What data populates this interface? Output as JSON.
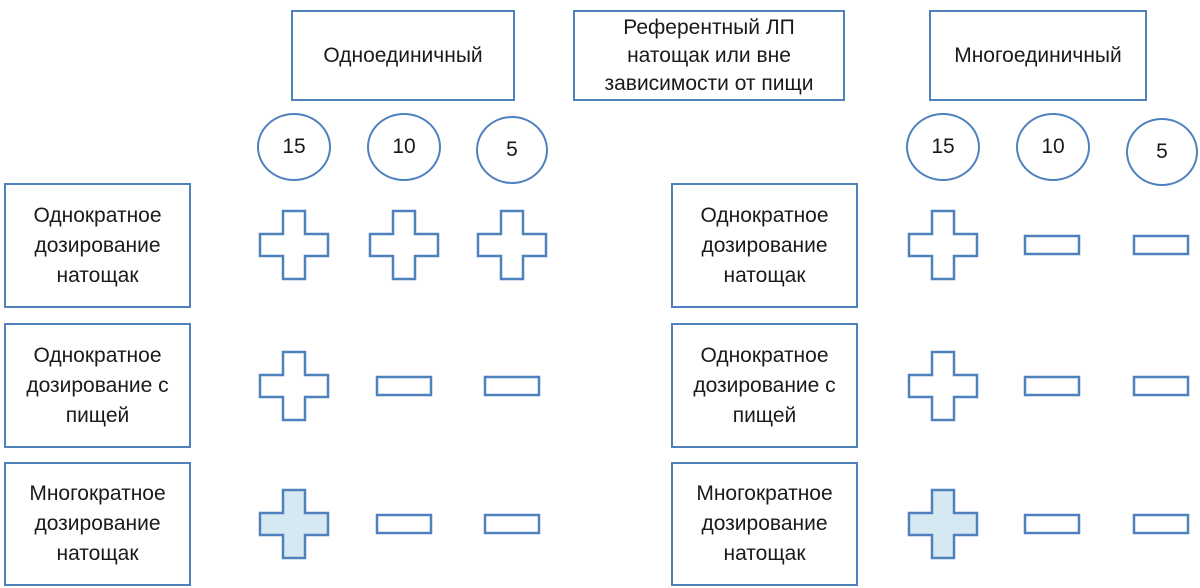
{
  "headers": {
    "single_unit": "Одноединичный",
    "reference_line1": "Референтный ЛП",
    "reference_line2": "натощак или вне",
    "reference_line3": "зависимости от пищи",
    "multi_unit": "Многоединичный"
  },
  "left_dose_labels": [
    "15",
    "10",
    "5"
  ],
  "right_dose_labels": [
    "15",
    "10",
    "5"
  ],
  "conditions": [
    {
      "line1": "Однократное",
      "line2": "дозирование",
      "line3": "натощак"
    },
    {
      "line1": "Однократное",
      "line2": "дозирование с",
      "line3": "пищей"
    },
    {
      "line1": "Многократное",
      "line2": "дозирование",
      "line3": "натощак"
    }
  ],
  "matrix_single": [
    [
      "plus",
      "plus",
      "plus"
    ],
    [
      "plus",
      "minus",
      "minus"
    ],
    [
      "plus-filled",
      "minus",
      "minus"
    ]
  ],
  "matrix_multi": [
    [
      "plus",
      "minus",
      "minus"
    ],
    [
      "plus",
      "minus",
      "minus"
    ],
    [
      "plus-filled",
      "minus",
      "minus"
    ]
  ],
  "colors": {
    "stroke": "#4f81bd",
    "filled": "#d6e9f3"
  }
}
